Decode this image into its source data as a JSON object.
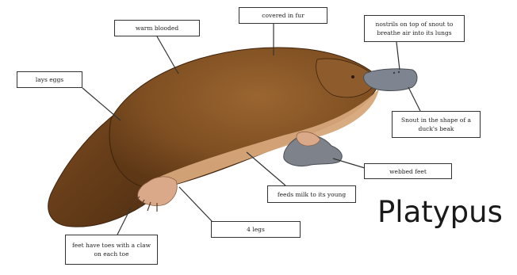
{
  "title": "Platypus",
  "labels": {
    "warm_blooded": "warm blooded",
    "covered_in_fur": "covered in fur",
    "nostrils": "nostrils on top of snout to breathe air into its lungs",
    "lays_eggs": "lays eggs",
    "snout": "Snout in the shape of a duck's beak",
    "webbed_feet": "webbed feet",
    "feeds_milk": "feeds milk to its young",
    "four_legs": "4 legs",
    "toes": "feet have toes with a claw on each toe"
  },
  "colors": {
    "body": "#8b5a2b",
    "belly": "#d6a77a",
    "beak": "#7f8590",
    "foot": "#d9a98a",
    "line": "#333333"
  }
}
